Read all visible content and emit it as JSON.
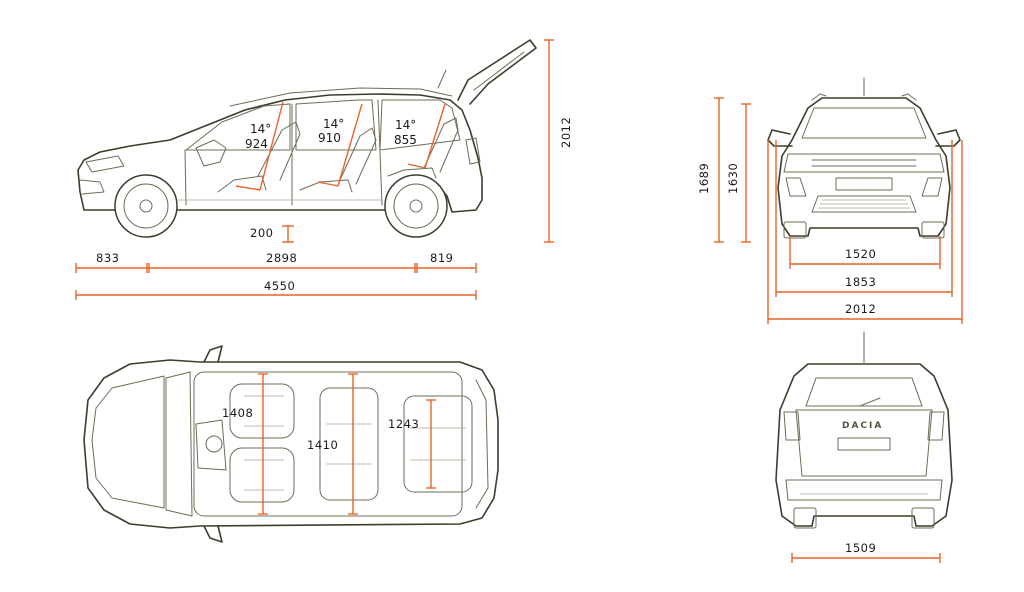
{
  "colors": {
    "dimension": "#e8642a",
    "outline": "#3d3d2c",
    "text": "#1a1a1a"
  },
  "side_view": {
    "angles": [
      {
        "angle": "14°",
        "value": "924"
      },
      {
        "angle": "14°",
        "value": "910"
      },
      {
        "angle": "14°",
        "value": "855"
      }
    ],
    "ground_clearance": "200",
    "front_overhang": "833",
    "wheelbase": "2898",
    "rear_overhang": "819",
    "overall_length": "4550",
    "height_with_tailgate": "2012"
  },
  "front_view": {
    "height_1": "1689",
    "height_2": "1630",
    "front_track": "1520",
    "width_body": "1853",
    "width_mirrors": "2012"
  },
  "top_view": {
    "row1_width": "1408",
    "row2_width": "1410",
    "row3_width": "1243"
  },
  "rear_view": {
    "rear_track": "1509",
    "brand": "DACIA"
  }
}
